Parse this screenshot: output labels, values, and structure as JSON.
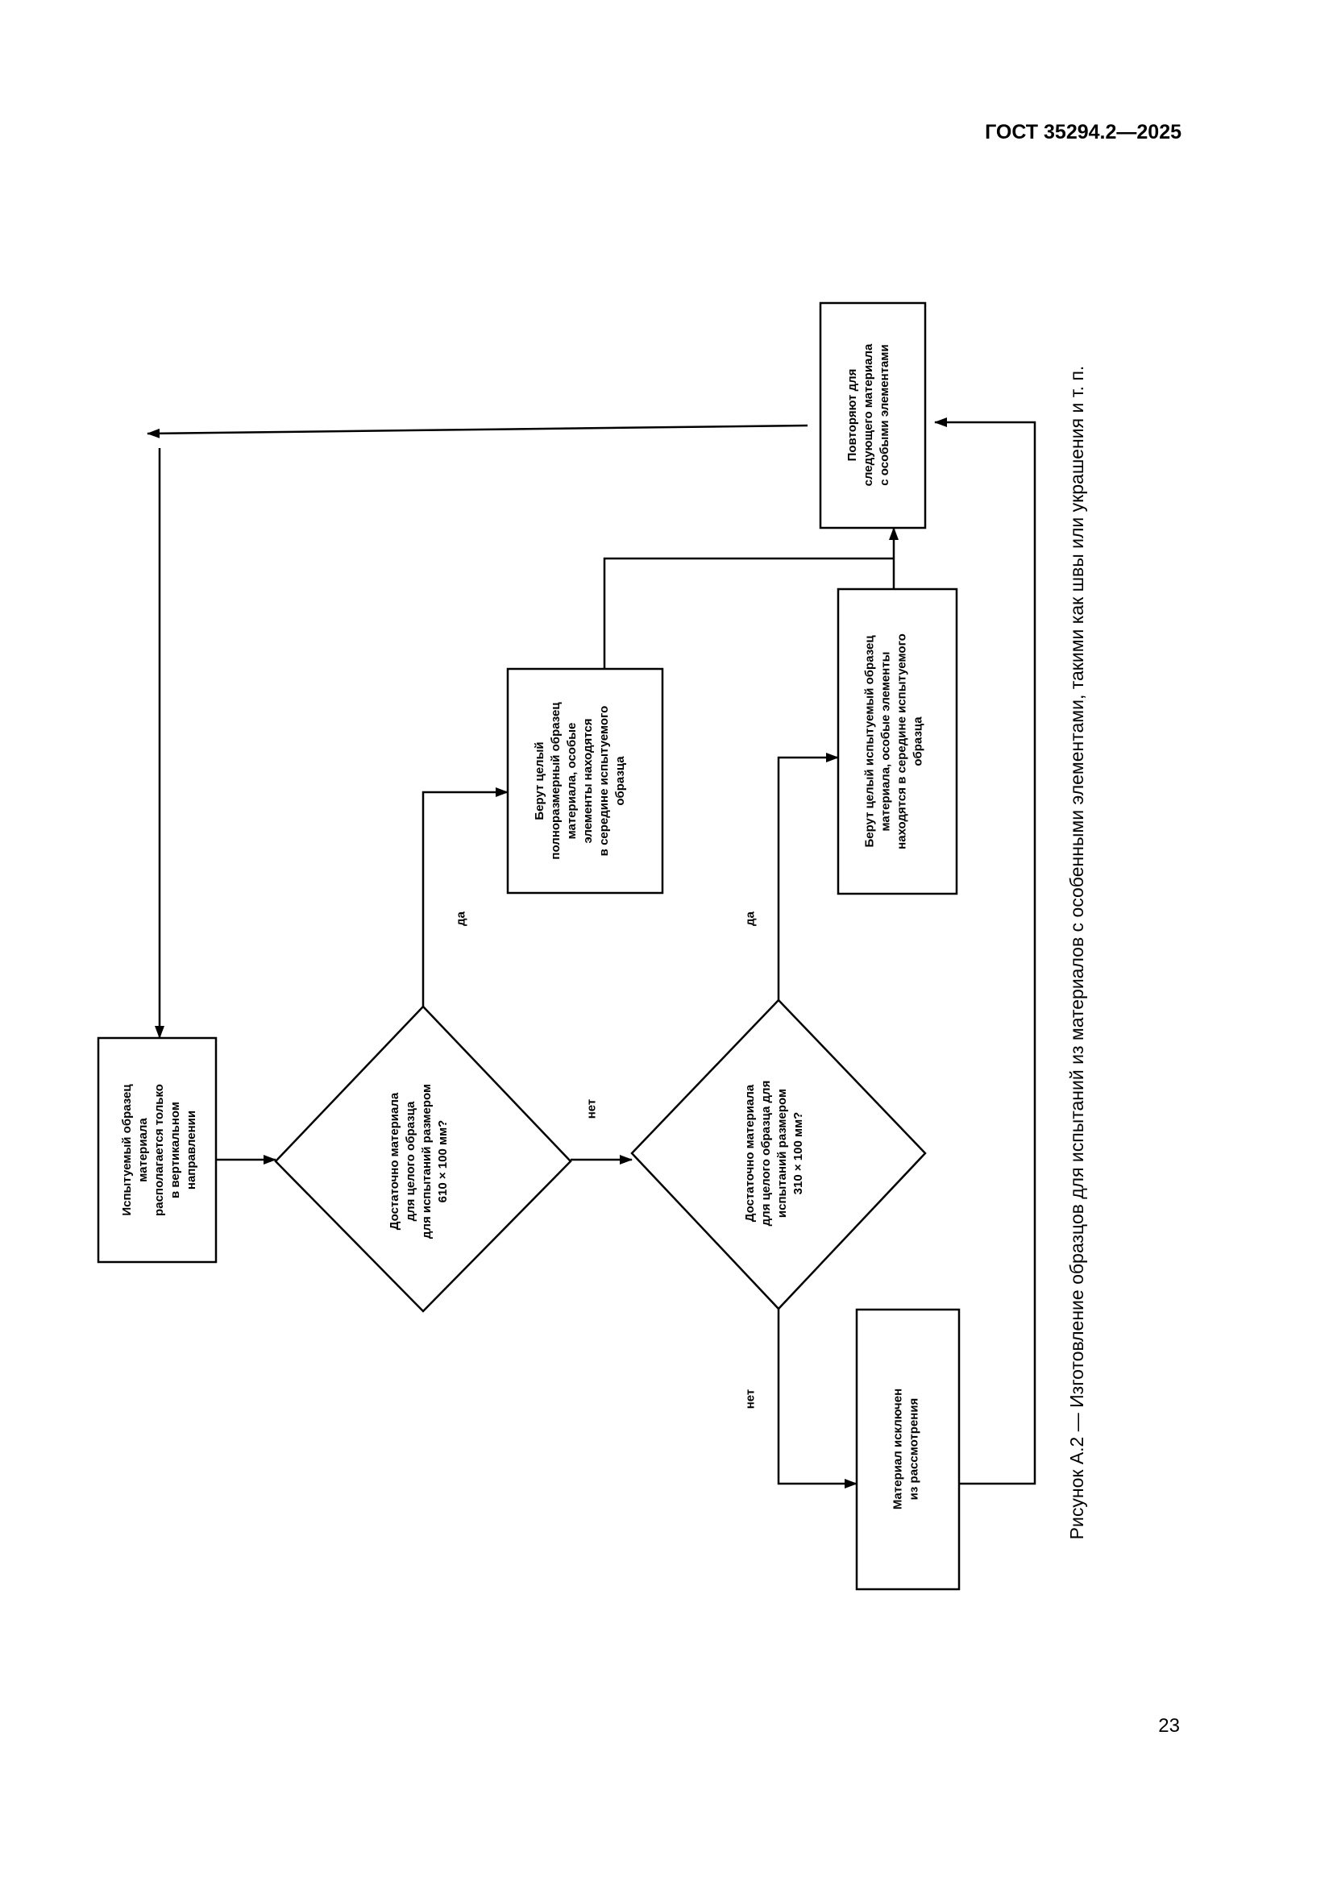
{
  "header": {
    "standard_code": "ГОСТ 35294.2—2025"
  },
  "figure": {
    "caption": "Рисунок А.2 — Изготовление образцов для испытаний из материалов с особенными элементами, такими как швы или украшения и т. п."
  },
  "nodes": {
    "start": "Испытуемый образец\nматериала\nрасполагается только\nв вертикальном\nнаправлении",
    "decision_610": "Достаточно материала\nдля целого образца\nдля испытаний размером\n610 × 100 мм?",
    "decision_310": "Достаточно материала\nдля целого образца для\nиспытаний размером\n310 × 100 мм?",
    "take_full_size": "Берут целый\nполноразмерный образец\nматериала, особые\nэлементы находятся\nв середине испытуемого\nобразца",
    "take_whole": "Берут целый испытуемый образец\nматериала, особые элементы\nнаходятся в середине испытуемого\nобразца",
    "excluded": "Материал исключен\nиз рассмотрения",
    "repeat": "Повторяют для\nследующего материала\nс особыми элементами"
  },
  "edges": {
    "yes_1": "да",
    "no_1": "нет",
    "yes_2": "да",
    "no_2": "нет"
  },
  "footer": {
    "page_number": "23"
  }
}
